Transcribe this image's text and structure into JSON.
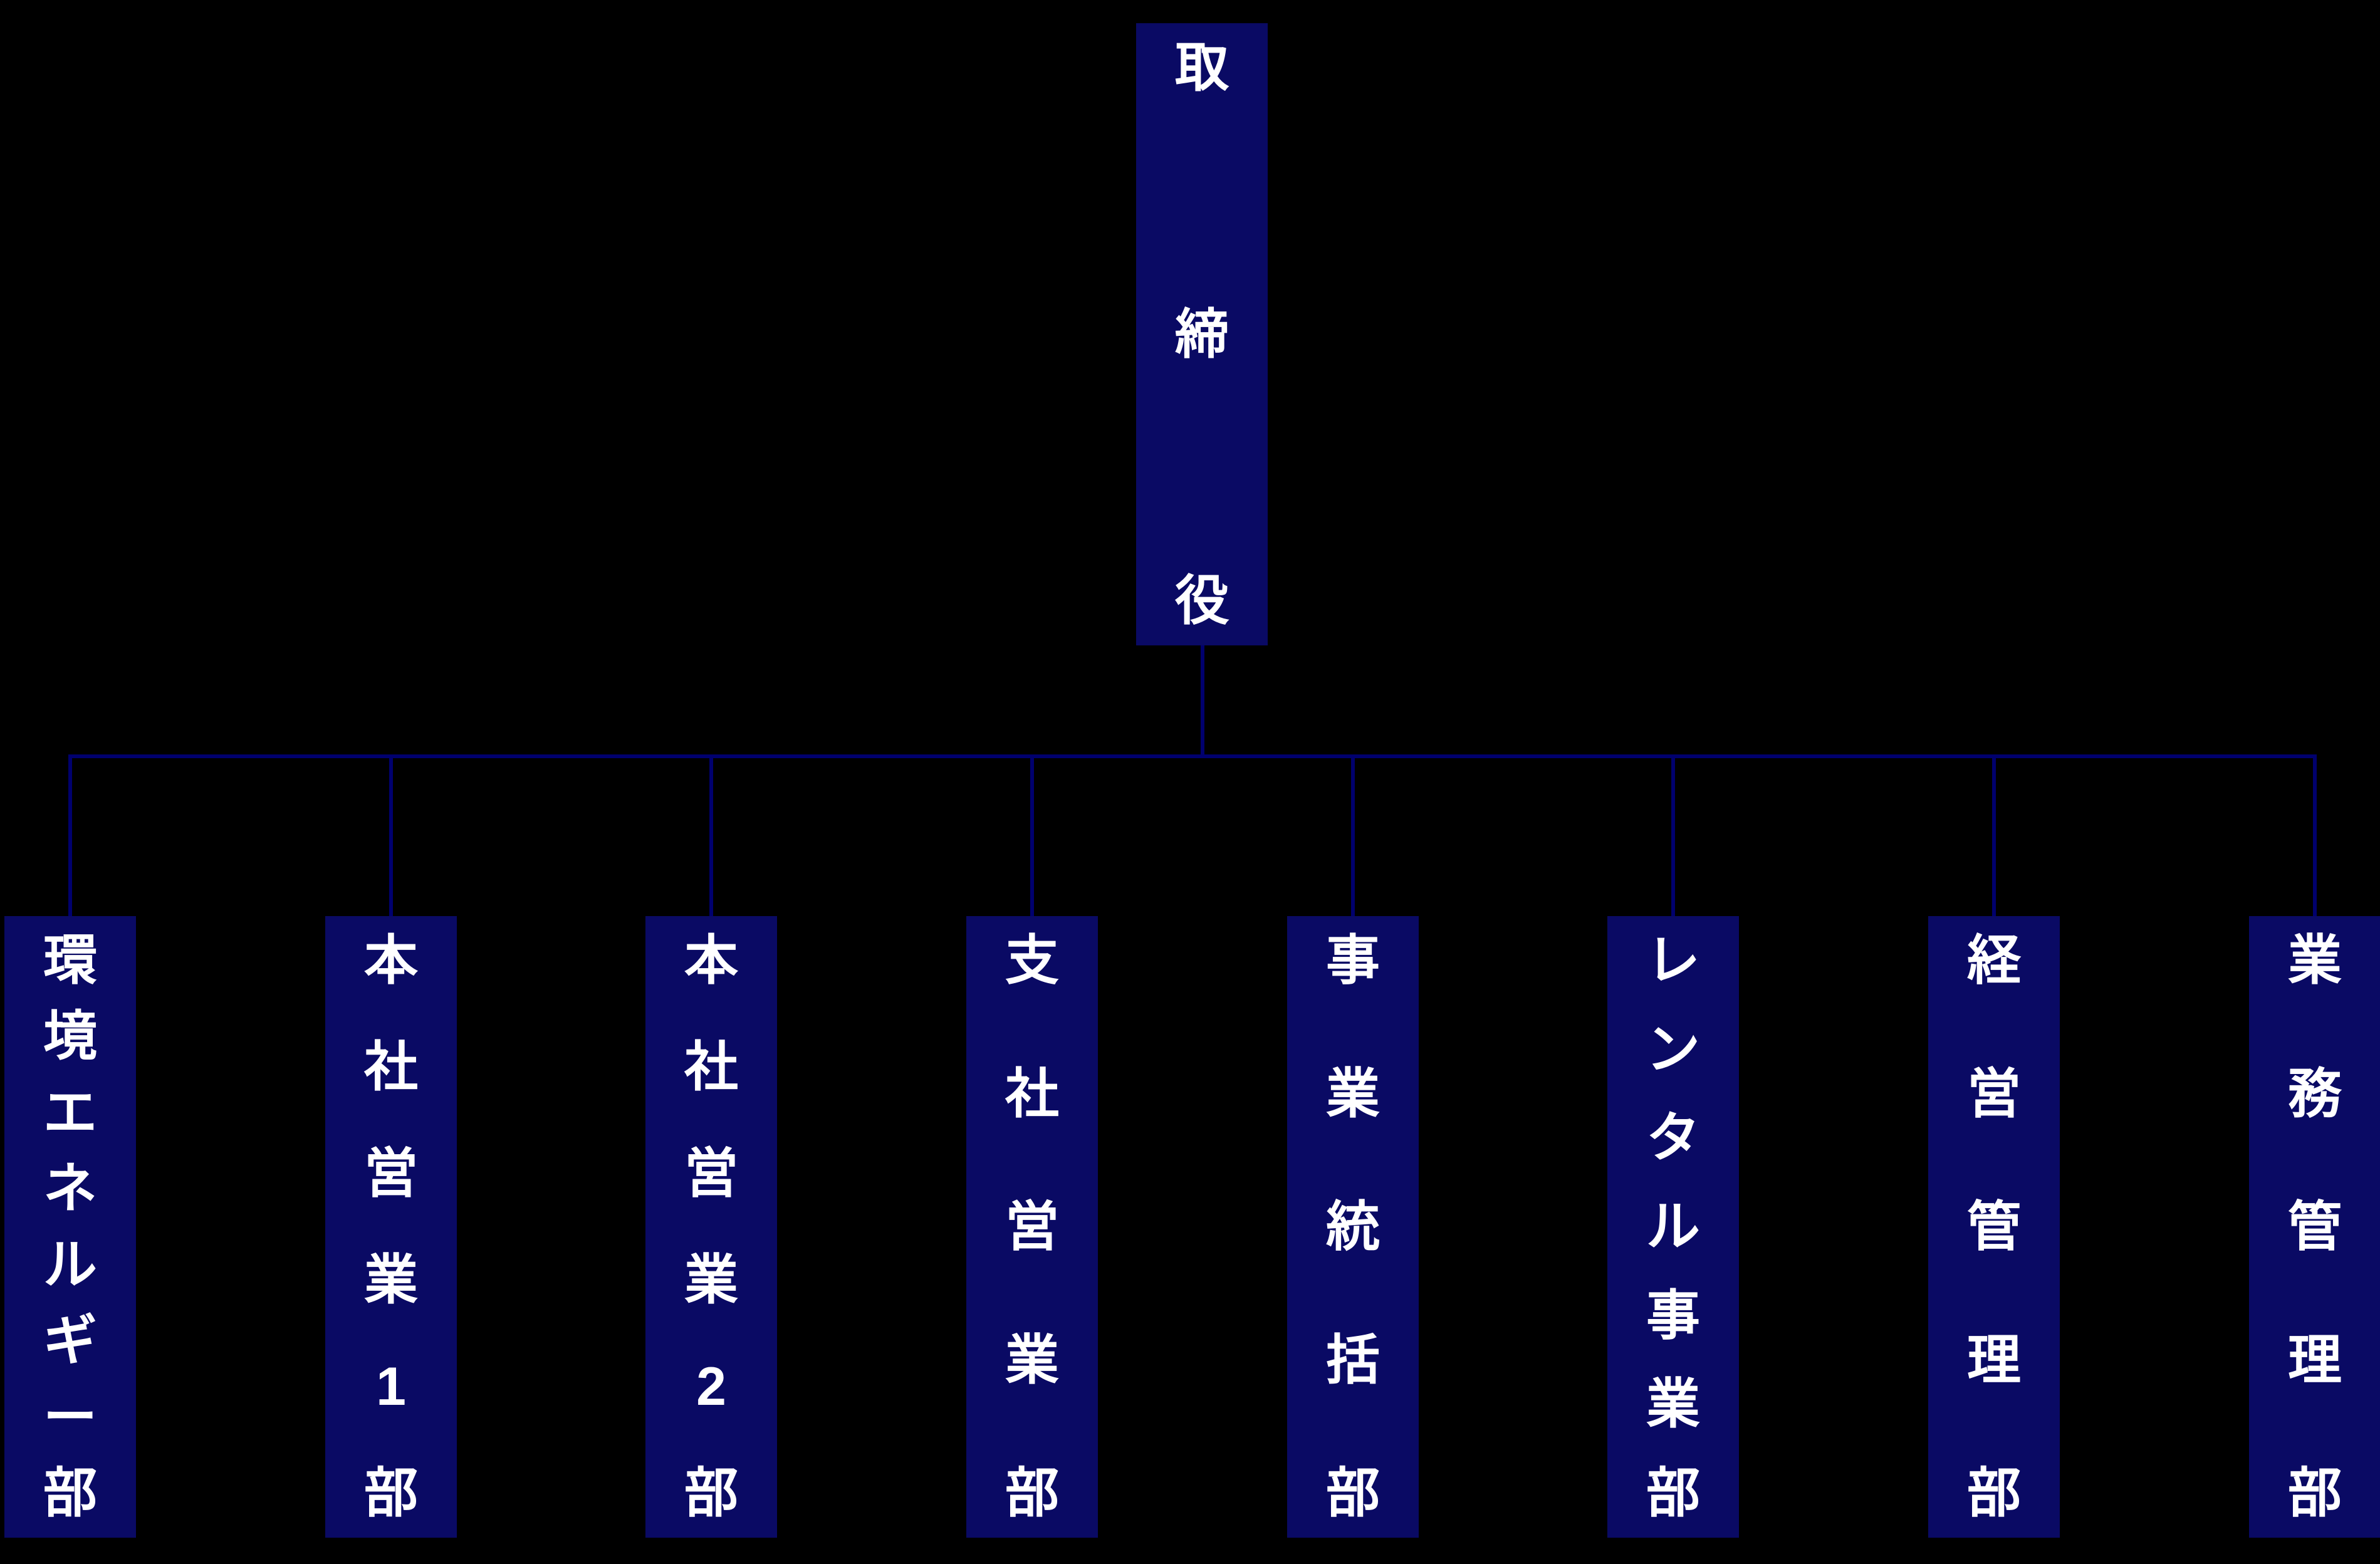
{
  "org_chart": {
    "root": {
      "label": "取締役"
    },
    "departments": [
      {
        "label": "環境エネルギー部"
      },
      {
        "label": "本社営業1部"
      },
      {
        "label": "本社営業2部"
      },
      {
        "label": "支社営業部"
      },
      {
        "label": "事業統括部"
      },
      {
        "label": "レンタル事業部"
      },
      {
        "label": "経営管理部"
      },
      {
        "label": "業務管理部"
      }
    ],
    "colors": {
      "background": "#000000",
      "box_fill": "#0a0a64",
      "connector": "#00006e",
      "text": "#ffffff"
    }
  }
}
